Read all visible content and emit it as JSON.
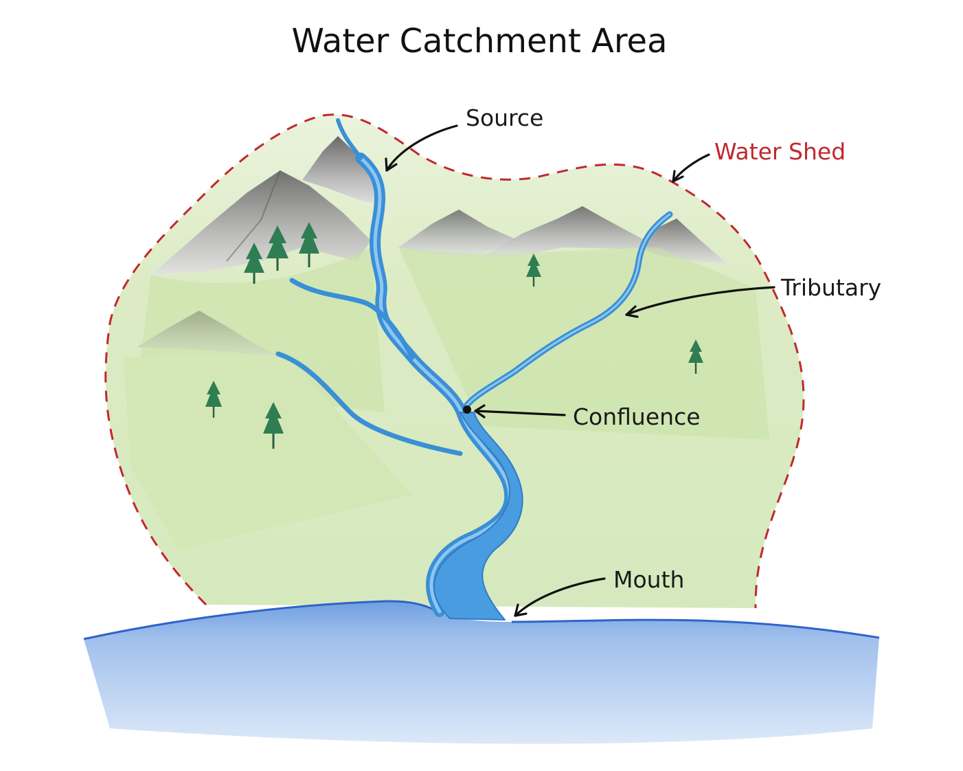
{
  "title": "Water Catchment Area",
  "labels": {
    "source": "Source",
    "watershed": "Water Shed",
    "tributary": "Tributary",
    "confluence": "Confluence",
    "mouth": "Mouth"
  },
  "colors": {
    "watershed_boundary": "#c0282d",
    "watershed_label": "#c0282d",
    "land": "#d8eabf",
    "river": "#3a8fd6",
    "sea": "#9cc0ea",
    "mountain": "#9a9a9a",
    "tree": "#2f7d52",
    "label_text": "#1a1a1a"
  }
}
